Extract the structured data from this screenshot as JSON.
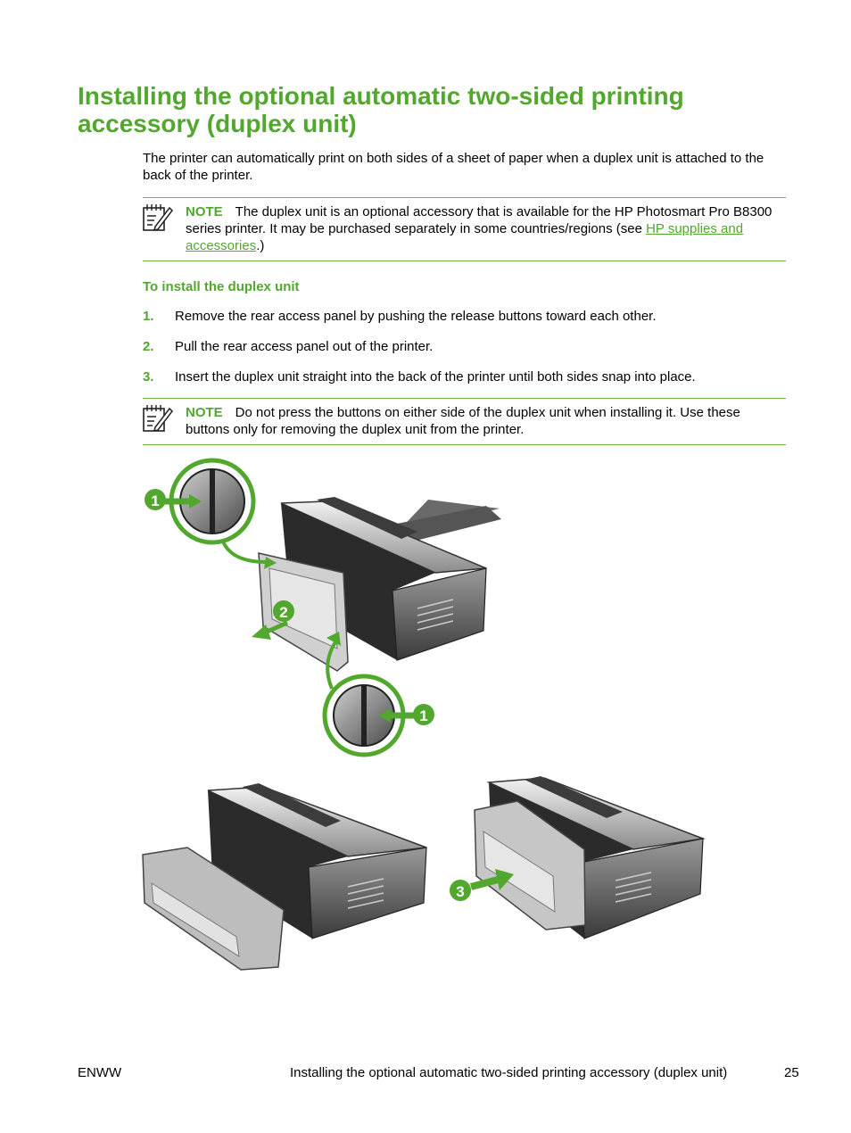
{
  "title": "Installing the optional automatic two-sided printing accessory (duplex unit)",
  "intro": "The printer can automatically print on both sides of a sheet of paper when a duplex unit is attached to the back of the printer.",
  "note1": {
    "label": "NOTE",
    "text": "The duplex unit is an optional accessory that is available for the HP Photosmart Pro B8300 series printer. It may be purchased separately in some countries/regions (see ",
    "link": "HP supplies and accessories",
    "after": ".)"
  },
  "procedure_title": "To install the duplex unit",
  "steps": [
    {
      "num": "1.",
      "text": "Remove the rear access panel by pushing the release buttons toward each other."
    },
    {
      "num": "2.",
      "text": "Pull the rear access panel out of the printer."
    },
    {
      "num": "3.",
      "text": "Insert the duplex unit straight into the back of the printer until both sides snap into place."
    }
  ],
  "note2": {
    "label": "NOTE",
    "text": "Do not press the buttons on either side of the duplex unit when installing it. Use these buttons only for removing the duplex unit from the printer."
  },
  "callouts": [
    "1",
    "2",
    "1",
    "3"
  ],
  "colors": {
    "accent": "#52a72e",
    "rule": "#6fb646"
  },
  "footer": {
    "left": "ENWW",
    "center": "Installing the optional automatic two-sided printing accessory (duplex unit)",
    "page": "25"
  }
}
